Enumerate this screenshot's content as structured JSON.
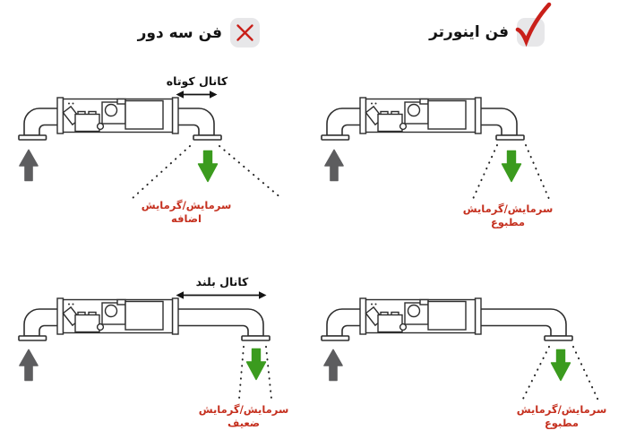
{
  "title_pair": {
    "rejected": {
      "label": "فن سه دور",
      "mark": "x"
    },
    "approved": {
      "label": "فن اینورتر",
      "mark": "check"
    }
  },
  "diagrams": {
    "top_left": {
      "duct_label": "کانال کوتاه",
      "output_line1": "سرمایش/گرمایش",
      "output_line2": "اضافه"
    },
    "top_right": {
      "output_line1": "سرمایش/گرمایش",
      "output_line2": "مطبوع"
    },
    "bottom_left": {
      "duct_label": "کانال بلند",
      "output_line1": "سرمایش/گرمایش",
      "output_line2": "ضعیف"
    },
    "bottom_right": {
      "output_line1": "سرمایش/گرمایش",
      "output_line2": "مطبوع"
    }
  },
  "icons": {
    "approved_mark": "check-mark-icon",
    "rejected_mark": "x-mark-icon",
    "intake_arrow": "gray-up-arrow",
    "outlet_arrow": "green-down-arrow"
  },
  "colors": {
    "background": "#ffffff",
    "line_art": "#2e2e2e",
    "badge_bg": "#e7e7e9",
    "mark_red": "#c9201a",
    "label_red": "#c5301f",
    "arrow_green": "#3b9b1e",
    "arrow_gray": "#5d5d5f"
  }
}
